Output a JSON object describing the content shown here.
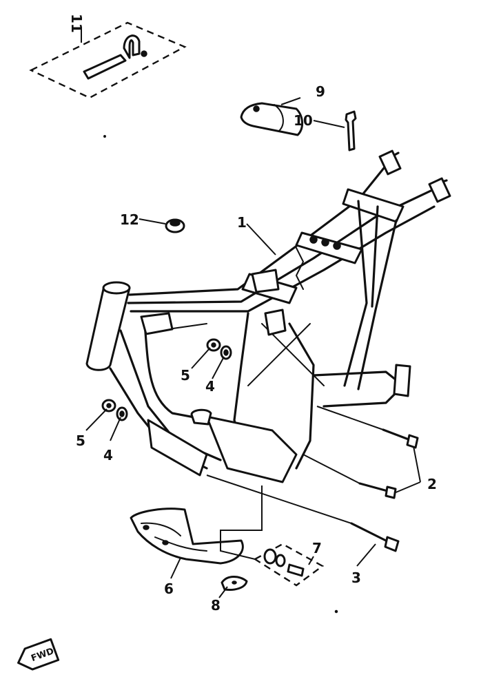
{
  "callouts": {
    "c1": "1",
    "c2": "2",
    "c3": "3",
    "c4a": "4",
    "c4b": "4",
    "c5a": "5",
    "c5b": "5",
    "c6": "6",
    "c7": "7",
    "c8": "8",
    "c9": "9",
    "c10": "10",
    "c11": "11",
    "c12": "12"
  },
  "direction_badge": {
    "label": "FWD"
  },
  "colors": {
    "ink": "#111111",
    "paper": "#ffffff"
  }
}
